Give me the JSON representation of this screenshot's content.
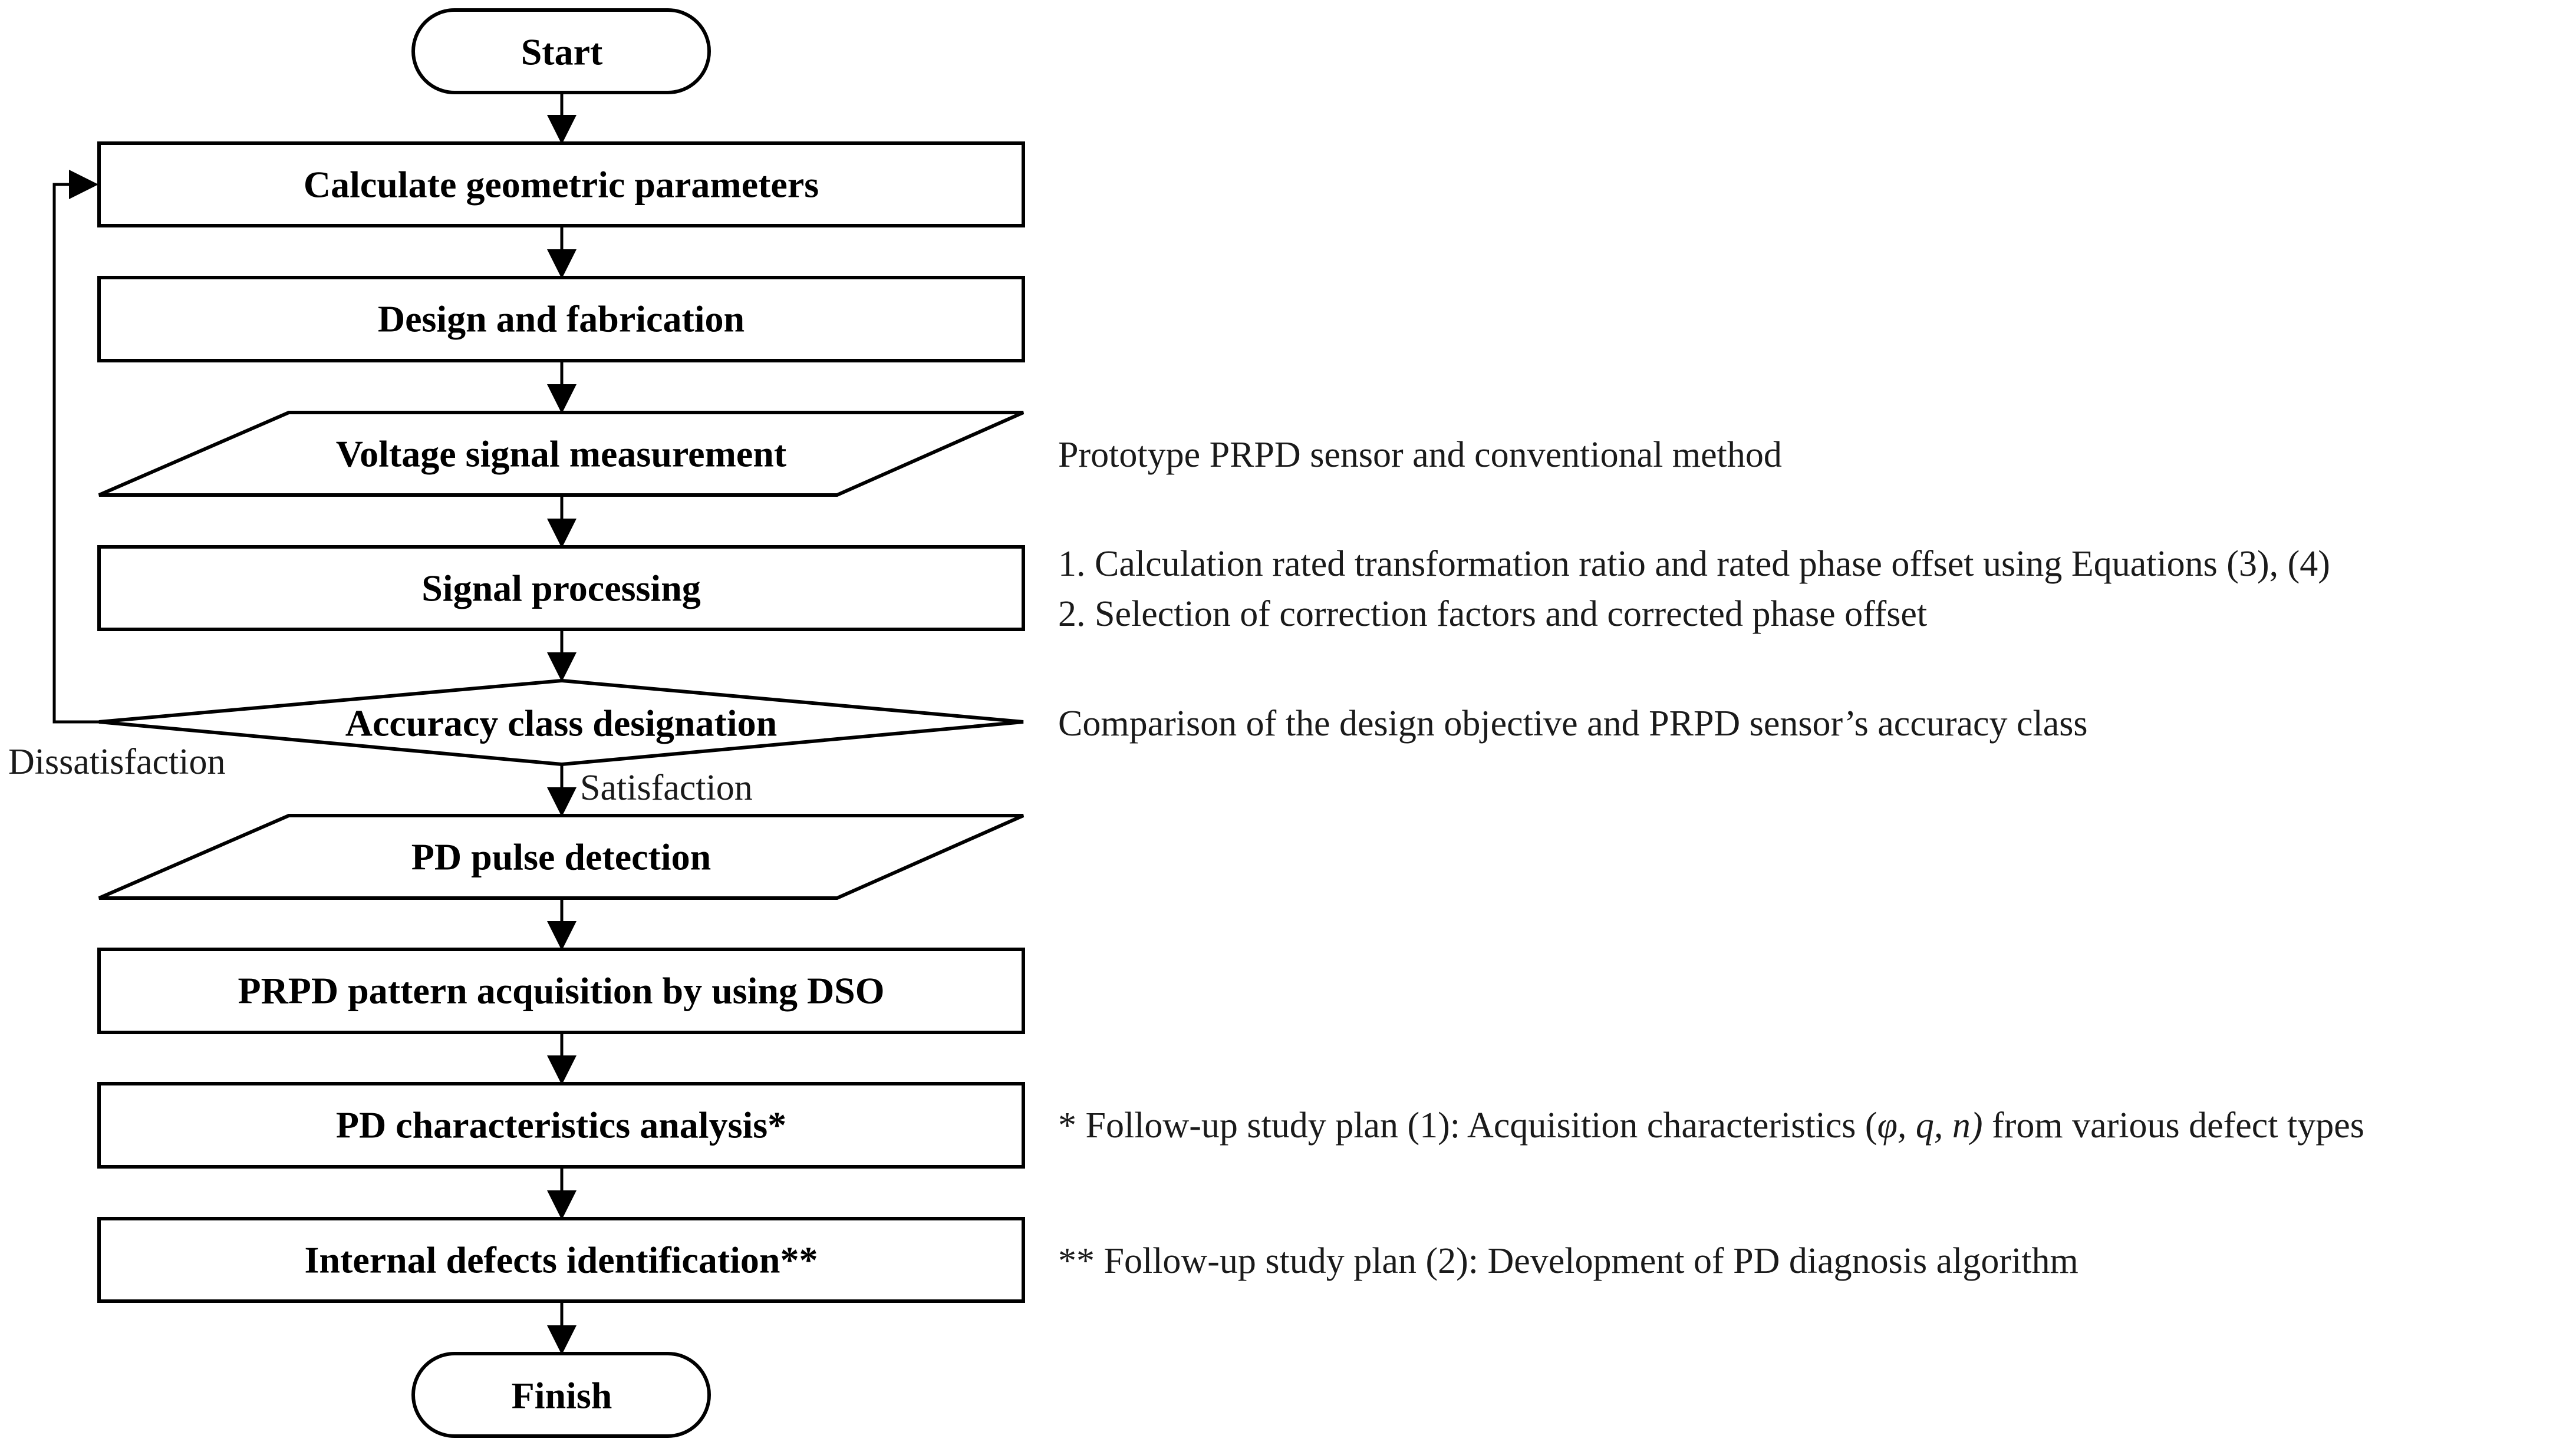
{
  "steps": {
    "start": "Start",
    "calculate": "Calculate geometric parameters",
    "design": "Design and fabrication",
    "voltage": "Voltage signal measurement",
    "signal": "Signal processing",
    "accuracy": "Accuracy class designation",
    "pulse": "PD pulse detection",
    "prpd": "PRPD pattern acquisition by using DSO",
    "characteristics": "PD characteristics analysis*",
    "defects": "Internal defects identification**",
    "finish": "Finish"
  },
  "branches": {
    "no": "Dissatisfaction",
    "yes": "Satisfaction"
  },
  "notes": {
    "voltage": "Prototype PRPD sensor and conventional method",
    "signal_1": "1. Calculation rated transformation ratio and rated phase offset using Equations (3), (4)",
    "signal_2": "2. Selection of correction factors and corrected phase offset",
    "accuracy": "Comparison of the design objective and PRPD sensor’s accuracy class",
    "characteristics_prefix": "* Follow-up study plan (1): Acquisition characteristics (",
    "characteristics_vars": "φ, q, n)",
    "characteristics_suffix": " from various defect types",
    "defects": "** Follow-up study plan (2): Development of PD diagnosis algorithm"
  }
}
